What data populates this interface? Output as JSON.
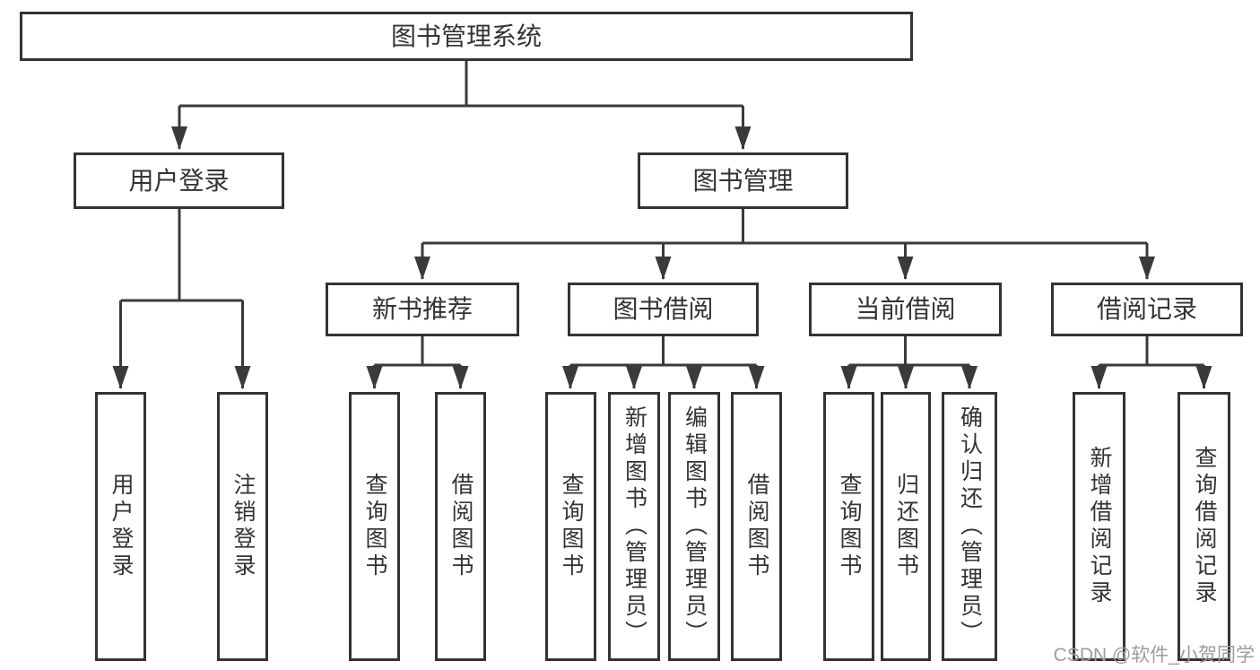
{
  "tree": {
    "root": {
      "label": "图书管理系统"
    },
    "branches": [
      {
        "label": "用户登录",
        "children": [
          {
            "label": "用户登录"
          },
          {
            "label": "注销登录"
          }
        ]
      },
      {
        "label": "图书管理",
        "groups": [
          {
            "label": "新书推荐",
            "children": [
              {
                "label": "查询图书"
              },
              {
                "label": "借阅图书"
              }
            ]
          },
          {
            "label": "图书借阅",
            "children": [
              {
                "label": "查询图书"
              },
              {
                "label": "新增图书（管理员）"
              },
              {
                "label": "编辑图书（管理员）"
              },
              {
                "label": "借阅图书"
              }
            ]
          },
          {
            "label": "当前借阅",
            "children": [
              {
                "label": "查询图书"
              },
              {
                "label": "归还图书"
              },
              {
                "label": "确认归还（管理员）"
              }
            ]
          },
          {
            "label": "借阅记录",
            "children": [
              {
                "label": "新增借阅记录"
              },
              {
                "label": "查询借阅记录"
              }
            ]
          }
        ]
      }
    ]
  },
  "watermark": {
    "text": "CSDN @软件_小贺同学"
  },
  "colors": {
    "line": "#3a3a3a",
    "border": "#333333",
    "text": "#333333",
    "background": "#ffffff",
    "watermark": "#9c9c9c"
  }
}
